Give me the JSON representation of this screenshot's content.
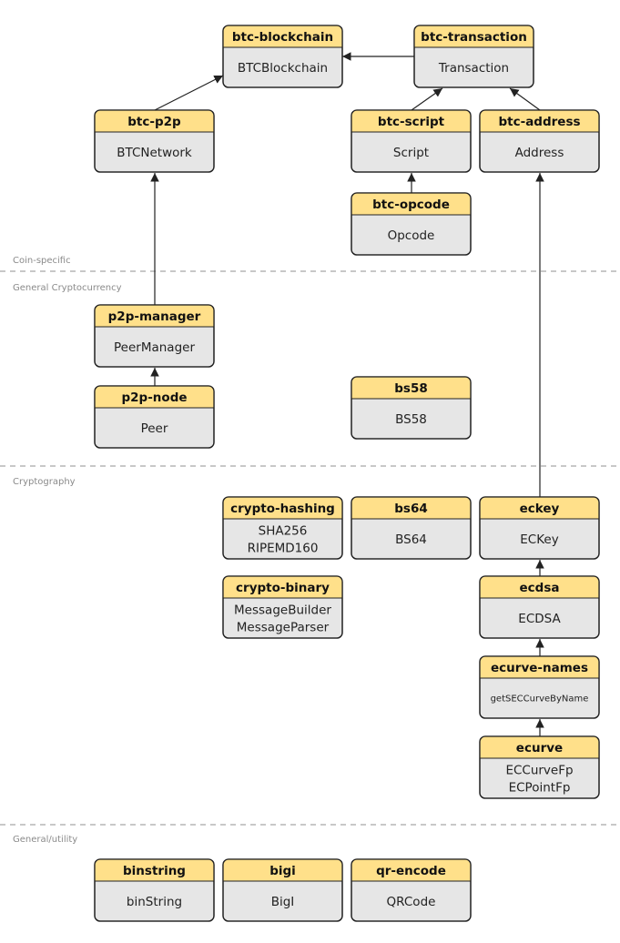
{
  "sections": [
    {
      "id": "coin",
      "label": "Coin-specific"
    },
    {
      "id": "general-crypto",
      "label": "General Cryptocurrency"
    },
    {
      "id": "cryptography",
      "label": "Cryptography"
    },
    {
      "id": "utility",
      "label": "General/utility"
    }
  ],
  "modules": [
    {
      "id": "btc-blockchain",
      "title": "btc-blockchain",
      "lines": [
        "BTCBlockchain"
      ]
    },
    {
      "id": "btc-transaction",
      "title": "btc-transaction",
      "lines": [
        "Transaction"
      ]
    },
    {
      "id": "btc-p2p",
      "title": "btc-p2p",
      "lines": [
        "BTCNetwork"
      ]
    },
    {
      "id": "btc-script",
      "title": "btc-script",
      "lines": [
        "Script"
      ]
    },
    {
      "id": "btc-address",
      "title": "btc-address",
      "lines": [
        "Address"
      ]
    },
    {
      "id": "btc-opcode",
      "title": "btc-opcode",
      "lines": [
        "Opcode"
      ]
    },
    {
      "id": "p2p-manager",
      "title": "p2p-manager",
      "lines": [
        "PeerManager"
      ]
    },
    {
      "id": "p2p-node",
      "title": "p2p-node",
      "lines": [
        "Peer"
      ]
    },
    {
      "id": "bs58",
      "title": "bs58",
      "lines": [
        "BS58"
      ]
    },
    {
      "id": "crypto-hashing",
      "title": "crypto-hashing",
      "lines": [
        "SHA256",
        "RIPEMD160"
      ]
    },
    {
      "id": "bs64",
      "title": "bs64",
      "lines": [
        "BS64"
      ]
    },
    {
      "id": "eckey",
      "title": "eckey",
      "lines": [
        "ECKey"
      ]
    },
    {
      "id": "crypto-binary",
      "title": "crypto-binary",
      "lines": [
        "MessageBuilder",
        "MessageParser"
      ]
    },
    {
      "id": "ecdsa",
      "title": "ecdsa",
      "lines": [
        "ECDSA"
      ]
    },
    {
      "id": "ecurve-names",
      "title": "ecurve-names",
      "lines": [
        "getSECCurveByName"
      ],
      "small": true
    },
    {
      "id": "ecurve",
      "title": "ecurve",
      "lines": [
        "ECCurveFp",
        "ECPointFp"
      ]
    },
    {
      "id": "binstring",
      "title": "binstring",
      "lines": [
        "binString"
      ]
    },
    {
      "id": "bigi",
      "title": "bigi",
      "lines": [
        "BigI"
      ]
    },
    {
      "id": "qr-encode",
      "title": "qr-encode",
      "lines": [
        "QRCode"
      ]
    }
  ],
  "edges": [
    {
      "from": "btc-transaction",
      "to": "btc-blockchain"
    },
    {
      "from": "btc-p2p",
      "to": "btc-blockchain"
    },
    {
      "from": "btc-script",
      "to": "btc-transaction"
    },
    {
      "from": "btc-address",
      "to": "btc-transaction"
    },
    {
      "from": "btc-opcode",
      "to": "btc-script"
    },
    {
      "from": "p2p-manager",
      "to": "btc-p2p"
    },
    {
      "from": "p2p-node",
      "to": "p2p-manager"
    },
    {
      "from": "eckey",
      "to": "btc-address"
    },
    {
      "from": "ecdsa",
      "to": "eckey"
    },
    {
      "from": "ecurve-names",
      "to": "ecdsa"
    },
    {
      "from": "ecurve",
      "to": "ecurve-names"
    }
  ]
}
